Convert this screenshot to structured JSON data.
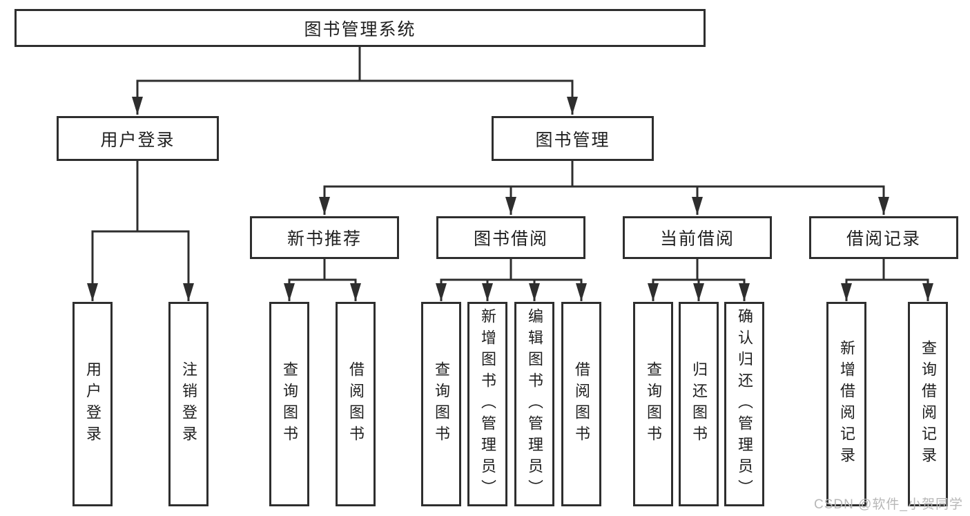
{
  "nodes": {
    "root": {
      "label": "图书管理系统"
    },
    "user_login": {
      "label": "用户登录"
    },
    "book_mgmt": {
      "label": "图书管理"
    },
    "new_book": {
      "label": "新书推荐"
    },
    "book_borrow": {
      "label": "图书借阅"
    },
    "current_borrow": {
      "label": "当前借阅"
    },
    "borrow_record": {
      "label": "借阅记录"
    },
    "leaf_login": {
      "label": "用户登录"
    },
    "leaf_logout": {
      "label": "注销登录"
    },
    "leaf_nb_query": {
      "label": "查询图书"
    },
    "leaf_nb_borrow": {
      "label": "借阅图书"
    },
    "leaf_bb_query": {
      "label": "查询图书"
    },
    "leaf_bb_add": {
      "label": "新增图书（管理员）"
    },
    "leaf_bb_edit": {
      "label": "编辑图书（管理员）"
    },
    "leaf_bb_borrow": {
      "label": "借阅图书"
    },
    "leaf_cb_query": {
      "label": "查询图书"
    },
    "leaf_cb_return": {
      "label": "归还图书"
    },
    "leaf_cb_confirm": {
      "label": "确认归还（管理员）"
    },
    "leaf_br_add": {
      "label": "新增借阅记录"
    },
    "leaf_br_query": {
      "label": "查询借阅记录"
    }
  },
  "watermark": "CSDN @软件_小贺同学",
  "colors": {
    "line": "#2e2e2e",
    "text": "#1f1f1f",
    "watermark": "#b7b7b7",
    "background": "#ffffff"
  }
}
